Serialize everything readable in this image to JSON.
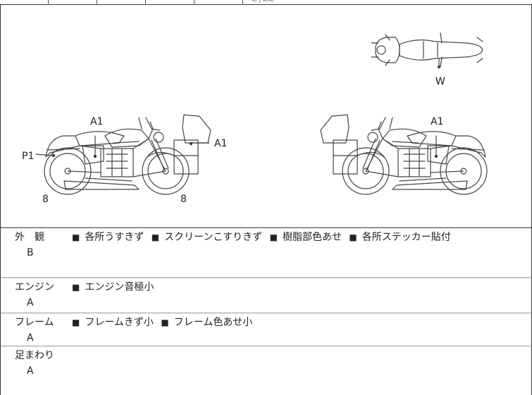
{
  "top_strip": {
    "fragment": "〜 / 〜〜"
  },
  "diagram": {
    "labels": {
      "left_a1_top": "A1",
      "left_a1_box": "A1",
      "left_p1": "P1",
      "left_rear_tire": "8",
      "left_front_tire": "8",
      "right_a1": "A1",
      "top_w": "W"
    }
  },
  "sections": [
    {
      "name": "外　観",
      "grade": "B",
      "notes": [
        "各所うすきず",
        "スクリーンこすりきず",
        "樹脂部色あせ",
        "各所ステッカー貼付"
      ]
    },
    {
      "name": "エンジン",
      "grade": "A",
      "notes": [
        "エンジン音極小"
      ]
    },
    {
      "name": "フレーム",
      "grade": "A",
      "notes": [
        "フレームきず小",
        "フレーム色あせ小"
      ]
    },
    {
      "name": "足まわり",
      "grade": "A",
      "notes": []
    }
  ],
  "bullet_glyph": "■"
}
